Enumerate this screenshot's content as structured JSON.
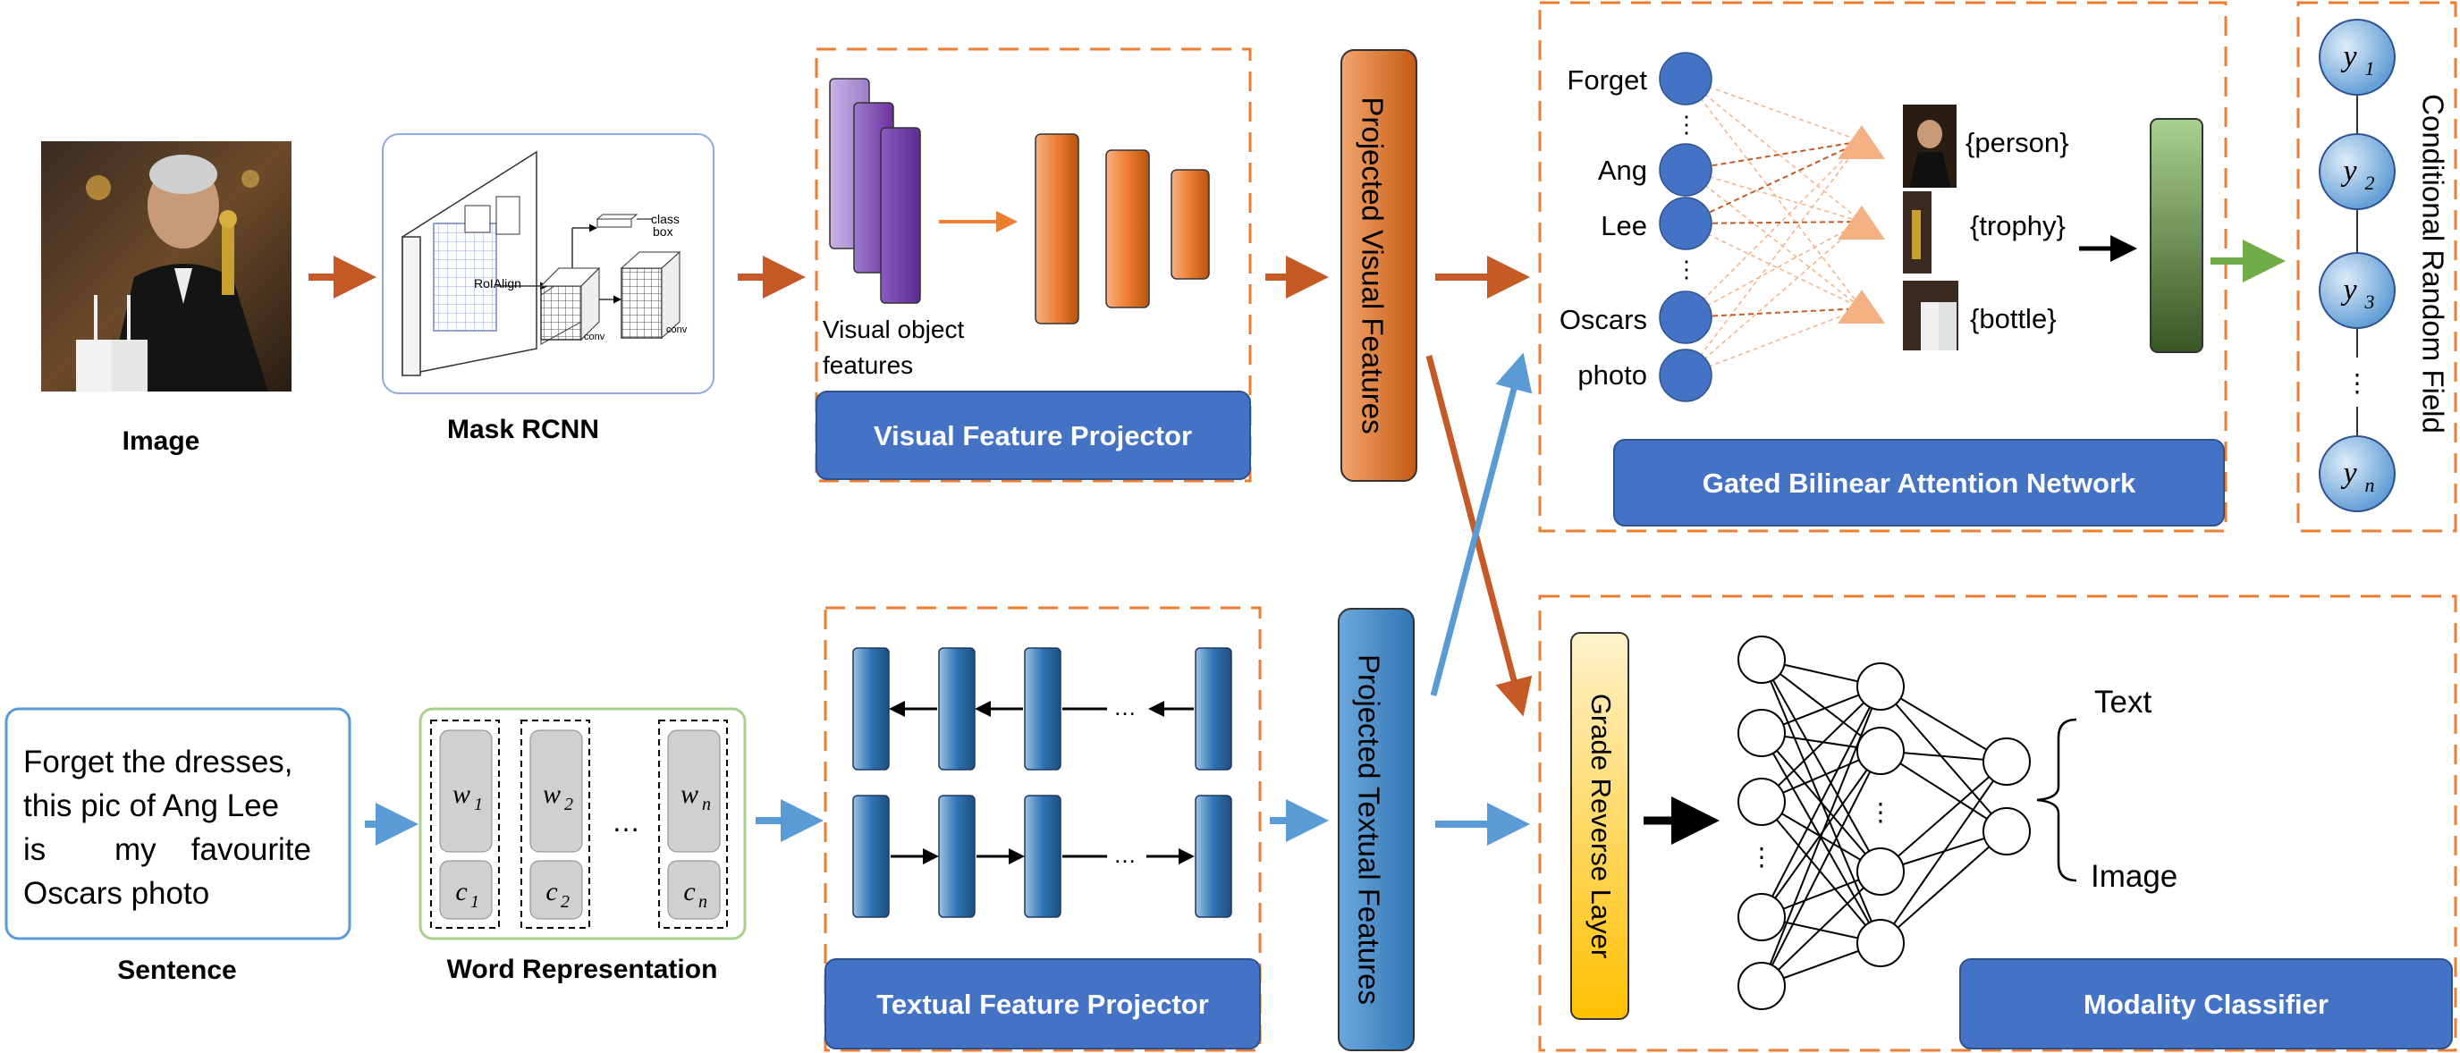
{
  "image_section": {
    "caption": "Image"
  },
  "mask_rcnn": {
    "caption": "Mask RCNN",
    "roi_label": "RoIAlign",
    "class_label": "class",
    "box_label": "box",
    "conv1": "conv",
    "conv2": "conv"
  },
  "visual_projector": {
    "features_label_line1": "Visual object",
    "features_label_line2": "features",
    "button": "Visual Feature Projector"
  },
  "projected_visual": "Projected Visual Features",
  "projected_textual": "Projected Textual Features",
  "gban": {
    "words": [
      "Forget",
      "Ang",
      "Lee",
      "Oscars",
      "photo"
    ],
    "dots": "⋮",
    "objects": [
      "{person}",
      "{trophy}",
      "{bottle}"
    ],
    "button": "Gated Bilinear Attention Network"
  },
  "crf": {
    "title": "Conditional Random Field",
    "nodes": [
      {
        "base": "y",
        "sub": "1"
      },
      {
        "base": "y",
        "sub": "2"
      },
      {
        "base": "y",
        "sub": "3"
      },
      {
        "base": "y",
        "sub": "n"
      }
    ],
    "dots": "⋮"
  },
  "sentence": {
    "lines": [
      "Forget the dresses,",
      "this pic of Ang Lee",
      "is",
      "my",
      "favourite",
      "Oscars photo"
    ],
    "caption": "Sentence"
  },
  "word_rep": {
    "caption": "Word Representation",
    "words": [
      {
        "w": "w",
        "wsub": "1",
        "c": "c",
        "csub": "1"
      },
      {
        "w": "w",
        "wsub": "2",
        "c": "c",
        "csub": "2"
      },
      {
        "w": "w",
        "wsub": "n",
        "c": "c",
        "csub": "n"
      }
    ],
    "ellipsis": "…"
  },
  "textual_projector": {
    "button": "Textual Feature Projector",
    "ellipsis": "…"
  },
  "modality": {
    "grl": "Grade Reverse Layer",
    "outputs": [
      "Text",
      "Image"
    ],
    "button": "Modality Classifier",
    "dots": "⋮"
  },
  "colors": {
    "orange_arrow": "#C55A26",
    "blue_arrow": "#5B9BD5",
    "green_arrow": "#70AD47",
    "dashed_border": "#ED7D31",
    "button_blue": "#4472C4",
    "node_blue": "#4472C4"
  }
}
